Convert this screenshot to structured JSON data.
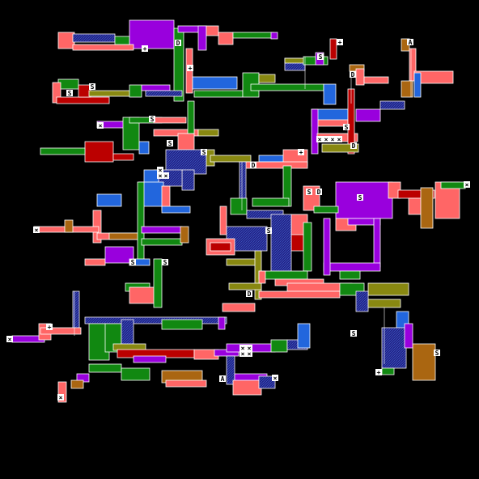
{
  "colors": {
    "background": "#000000",
    "green": "#118811",
    "red": "#bb0000",
    "pink": "#ff6666",
    "purple": "#9900dd",
    "blue": "#2266dd",
    "olive": "#888811",
    "brown": "#aa6611",
    "navy": "#222288",
    "outline": "#ffffff"
  },
  "markers": {
    "start_glyph": "S",
    "item_glyph": "A",
    "door_glyph": "D",
    "cross_glyph": "+",
    "x_glyph": "×"
  }
}
